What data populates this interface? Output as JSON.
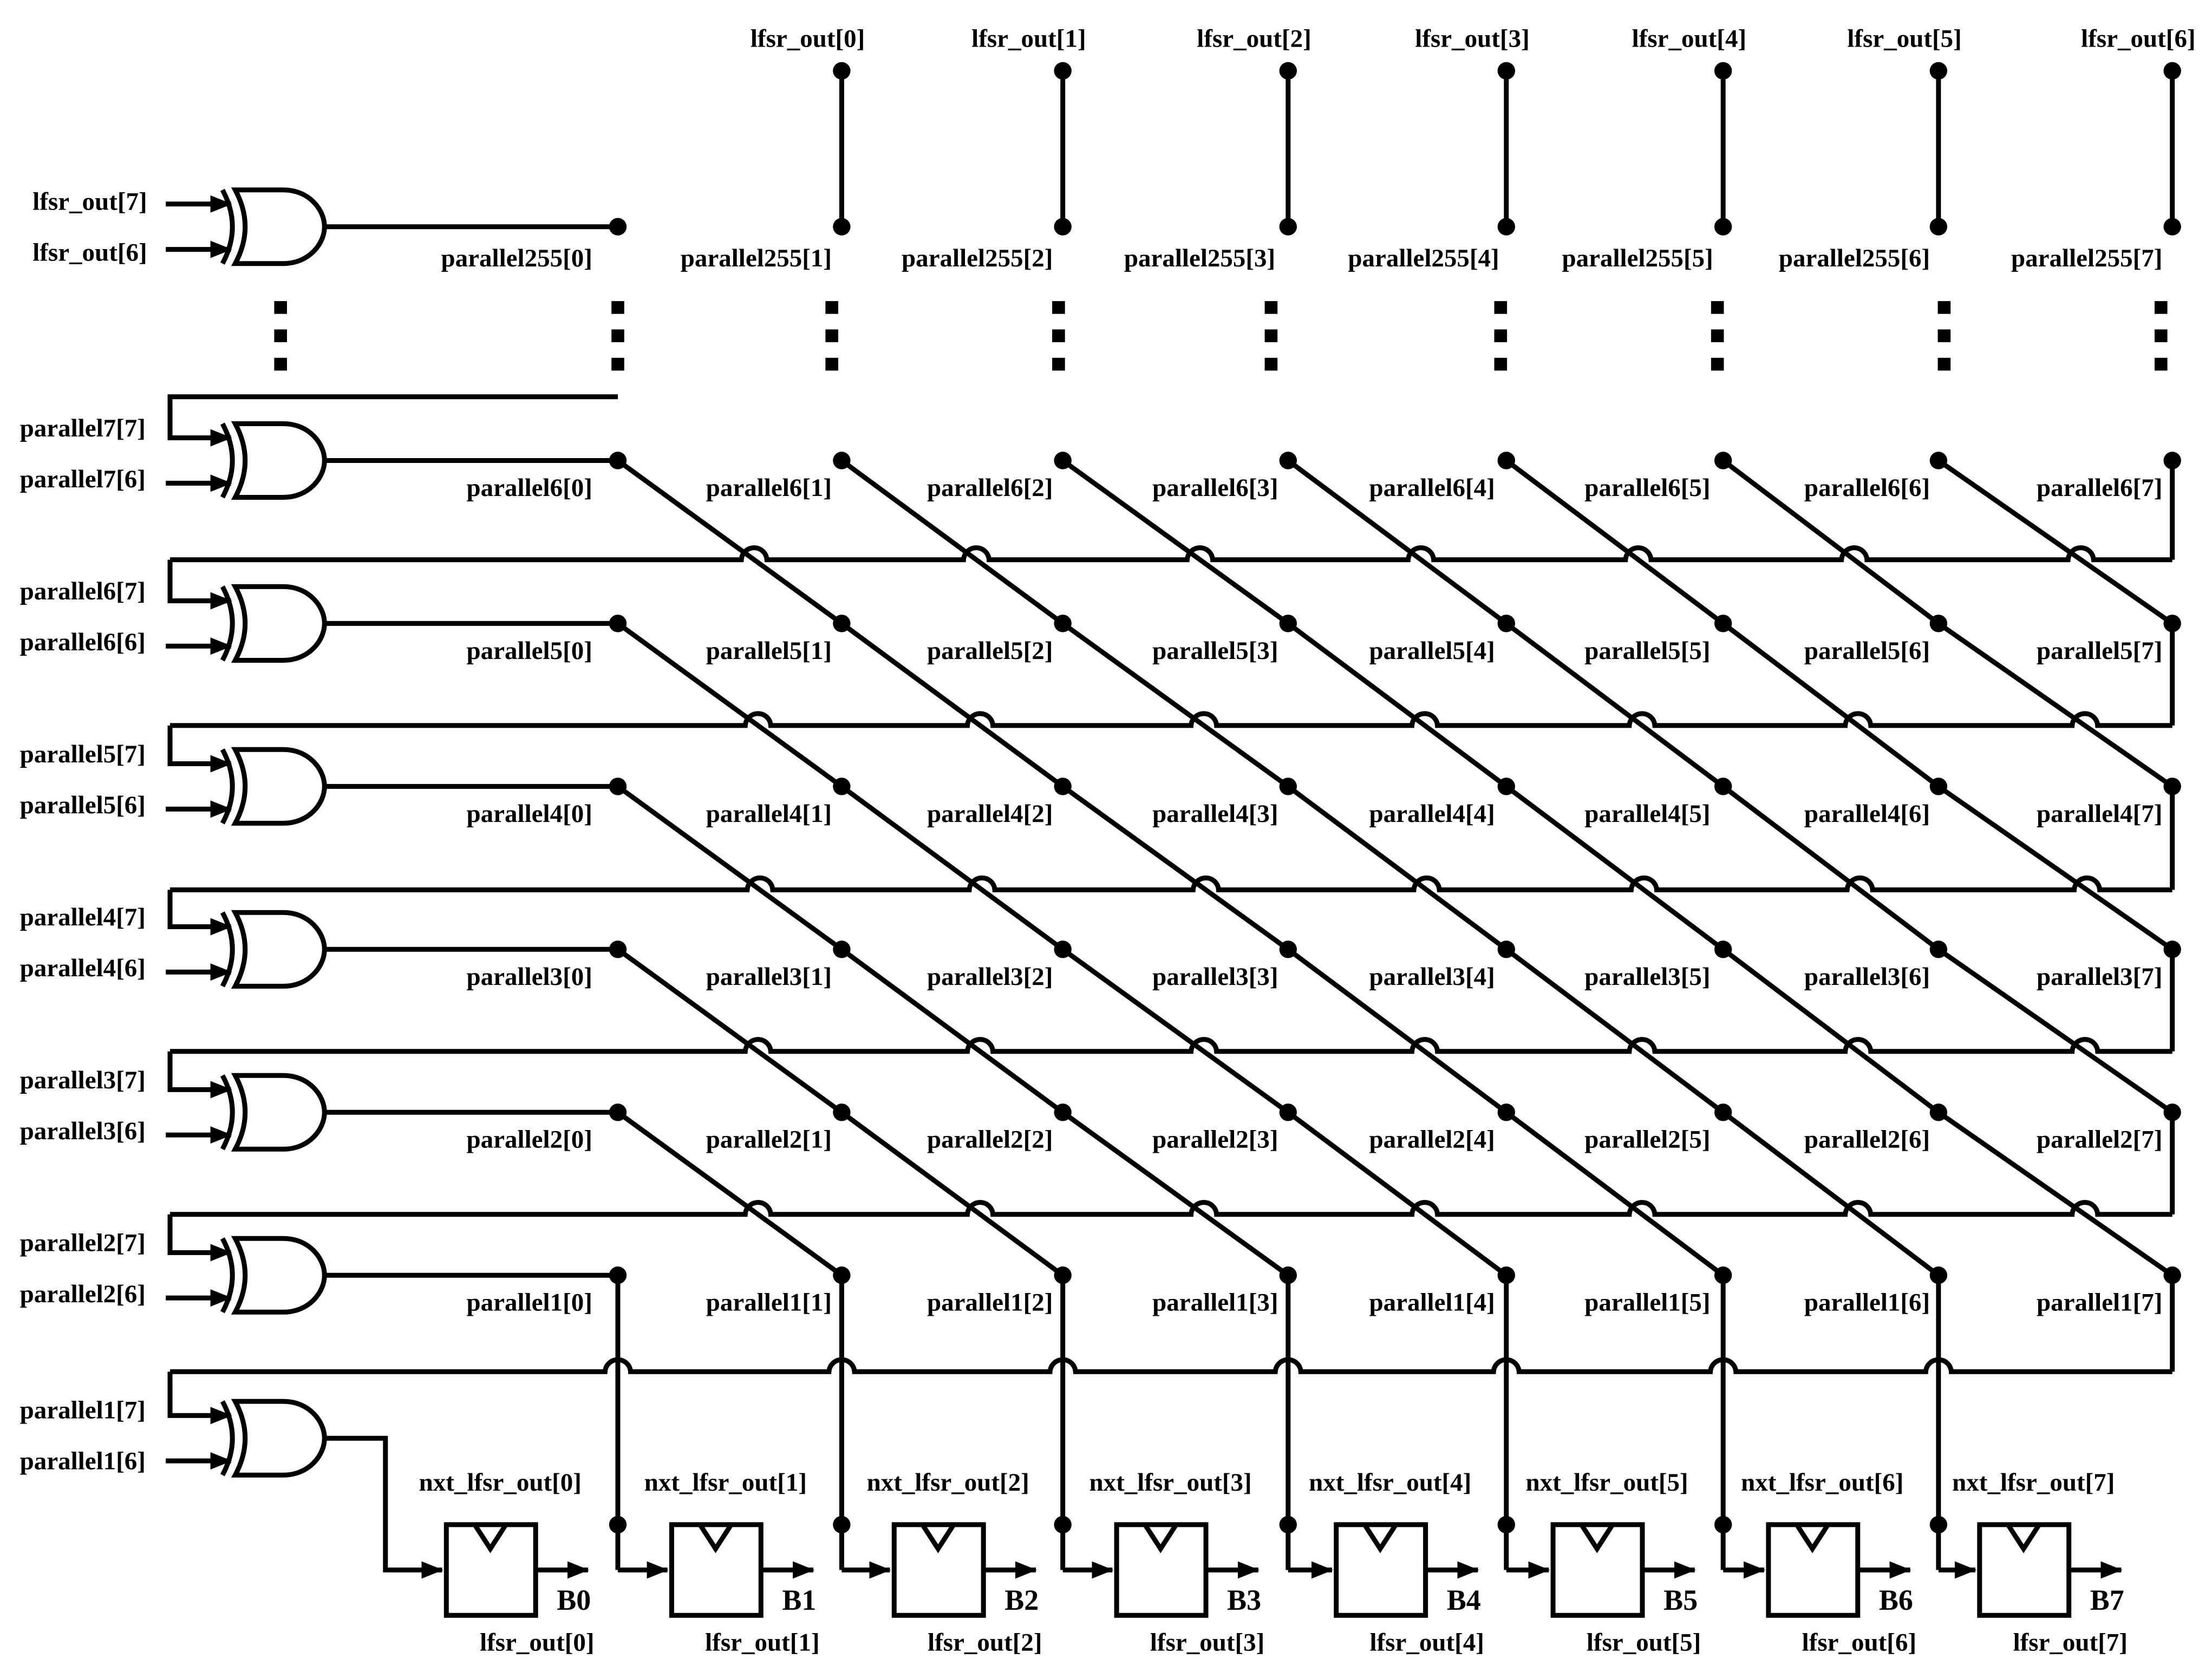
{
  "diagram": {
    "top_outputs": [
      "lfsr_out[0]",
      "lfsr_out[1]",
      "lfsr_out[2]",
      "lfsr_out[3]",
      "lfsr_out[4]",
      "lfsr_out[5]",
      "lfsr_out[6]"
    ],
    "p255_labels": [
      "parallel255[0]",
      "parallel255[1]",
      "parallel255[2]",
      "parallel255[3]",
      "parallel255[4]",
      "parallel255[5]",
      "parallel255[6]",
      "parallel255[7]"
    ],
    "top_gate_inputs": [
      "lfsr_out[7]",
      "lfsr_out[6]"
    ],
    "gate_rows": [
      {
        "in_a": "parallel7[7]",
        "in_b": "parallel7[6]",
        "node_labels": [
          "parallel6[0]",
          "parallel6[1]",
          "parallel6[2]",
          "parallel6[3]",
          "parallel6[4]",
          "parallel6[5]",
          "parallel6[6]",
          "parallel6[7]"
        ]
      },
      {
        "in_a": "parallel6[7]",
        "in_b": "parallel6[6]",
        "node_labels": [
          "parallel5[0]",
          "parallel5[1]",
          "parallel5[2]",
          "parallel5[3]",
          "parallel5[4]",
          "parallel5[5]",
          "parallel5[6]",
          "parallel5[7]"
        ]
      },
      {
        "in_a": "parallel5[7]",
        "in_b": "parallel5[6]",
        "node_labels": [
          "parallel4[0]",
          "parallel4[1]",
          "parallel4[2]",
          "parallel4[3]",
          "parallel4[4]",
          "parallel4[5]",
          "parallel4[6]",
          "parallel4[7]"
        ]
      },
      {
        "in_a": "parallel4[7]",
        "in_b": "parallel4[6]",
        "node_labels": [
          "parallel3[0]",
          "parallel3[1]",
          "parallel3[2]",
          "parallel3[3]",
          "parallel3[4]",
          "parallel3[5]",
          "parallel3[6]",
          "parallel3[7]"
        ]
      },
      {
        "in_a": "parallel3[7]",
        "in_b": "parallel3[6]",
        "node_labels": [
          "parallel2[0]",
          "parallel2[1]",
          "parallel2[2]",
          "parallel2[3]",
          "parallel2[4]",
          "parallel2[5]",
          "parallel2[6]",
          "parallel2[7]"
        ]
      },
      {
        "in_a": "parallel2[7]",
        "in_b": "parallel2[6]",
        "node_labels": [
          "parallel1[0]",
          "parallel1[1]",
          "parallel1[2]",
          "parallel1[3]",
          "parallel1[4]",
          "parallel1[5]",
          "parallel1[6]",
          "parallel1[7]"
        ]
      }
    ],
    "bottom_gate_inputs": [
      "parallel1[7]",
      "parallel1[6]"
    ],
    "registers": [
      {
        "name": "B0",
        "input": "nxt_lfsr_out[0]",
        "output": "lfsr_out[0]"
      },
      {
        "name": "B1",
        "input": "nxt_lfsr_out[1]",
        "output": "lfsr_out[1]"
      },
      {
        "name": "B2",
        "input": "nxt_lfsr_out[2]",
        "output": "lfsr_out[2]"
      },
      {
        "name": "B3",
        "input": "nxt_lfsr_out[3]",
        "output": "lfsr_out[3]"
      },
      {
        "name": "B4",
        "input": "nxt_lfsr_out[4]",
        "output": "lfsr_out[4]"
      },
      {
        "name": "B5",
        "input": "nxt_lfsr_out[5]",
        "output": "lfsr_out[5]"
      },
      {
        "name": "B6",
        "input": "nxt_lfsr_out[6]",
        "output": "lfsr_out[6]"
      },
      {
        "name": "B7",
        "input": "nxt_lfsr_out[7]",
        "output": "lfsr_out[7]"
      }
    ]
  }
}
